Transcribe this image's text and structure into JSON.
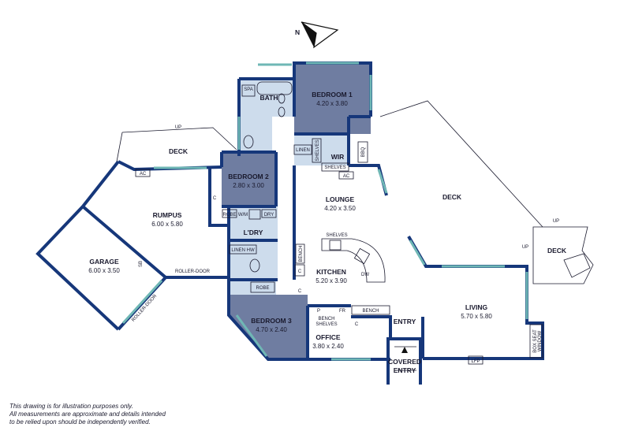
{
  "compass": {
    "letter": "N"
  },
  "rooms": [
    {
      "id": "bath",
      "name": "BATH",
      "dims": ""
    },
    {
      "id": "bedroom1",
      "name": "BEDROOM 1",
      "dims": "4.20 x 3.80"
    },
    {
      "id": "wir",
      "name": "WIR",
      "dims": ""
    },
    {
      "id": "deck-west",
      "name": "DECK",
      "dims": ""
    },
    {
      "id": "bedroom2",
      "name": "BEDROOM 2",
      "dims": "2.80 x 3.00"
    },
    {
      "id": "rumpus",
      "name": "RUMPUS",
      "dims": "6.00 x 5.80"
    },
    {
      "id": "lounge",
      "name": "LOUNGE",
      "dims": "4.20 x 3.50"
    },
    {
      "id": "deck-east",
      "name": "DECK",
      "dims": ""
    },
    {
      "id": "deck-small",
      "name": "DECK",
      "dims": ""
    },
    {
      "id": "laundry",
      "name": "L'DRY",
      "dims": ""
    },
    {
      "id": "garage",
      "name": "GARAGE",
      "dims": "6.00 x 3.50"
    },
    {
      "id": "kitchen",
      "name": "KITCHEN",
      "dims": "5.20 x 3.90"
    },
    {
      "id": "bedroom3",
      "name": "BEDROOM 3",
      "dims": "4.70 x 2.40"
    },
    {
      "id": "living",
      "name": "LIVING",
      "dims": "5.70 x 5.80"
    },
    {
      "id": "office",
      "name": "OFFICE",
      "dims": "3.80 x 2.40"
    },
    {
      "id": "entry",
      "name": "ENTRY",
      "dims": ""
    },
    {
      "id": "covered-entry",
      "name": "COVERED",
      "name2": "ENTRY",
      "dims": ""
    }
  ],
  "fixtures": {
    "linen": "LINEN",
    "shelves_v": "SHELVES",
    "shelves_h": "SHELVES",
    "bbq": "BBQ",
    "ac_rumpus": "AC",
    "ac_lounge": "AC",
    "robe_bed2": "ROBE",
    "wm": "W/M",
    "dry": "DRY",
    "linen_hw": "LINEN HW",
    "robe_bed3": "ROBE",
    "c_rumpus": "C",
    "c_hall1": "C",
    "c_hall2": "C",
    "c_office": "C",
    "bench_v": "BENCH",
    "shelves_kitchen": "SHELVES",
    "dw": "DW",
    "p": "P",
    "fr": "FR",
    "bench_kitchen": "BENCH",
    "bench_shelves_1": "BENCH",
    "bench_shelves_2": "SHELVES",
    "box_seat_1": "BOX SEAT",
    "box_seat_2": "WINDOW",
    "lfp": "LFP",
    "roller_door_1": "ROLLER-DOOR",
    "roller_door_2": "ROLLER-DOOR",
    "up_deck_west": "UP",
    "up_deck_small_top": "UP",
    "up_deck_small_left": "UP",
    "sb": "SB",
    "spa": "SPA"
  },
  "disclaimer": [
    "This drawing is for illustration purposes only.",
    "All measurements are approximate and details intended",
    "to be relied upon should be independently verified."
  ],
  "colors": {
    "wall": "#16377a",
    "bedroom_fill": "#6f7da1",
    "wet_fill": "#cddcec",
    "window": "#6fb7b5"
  }
}
